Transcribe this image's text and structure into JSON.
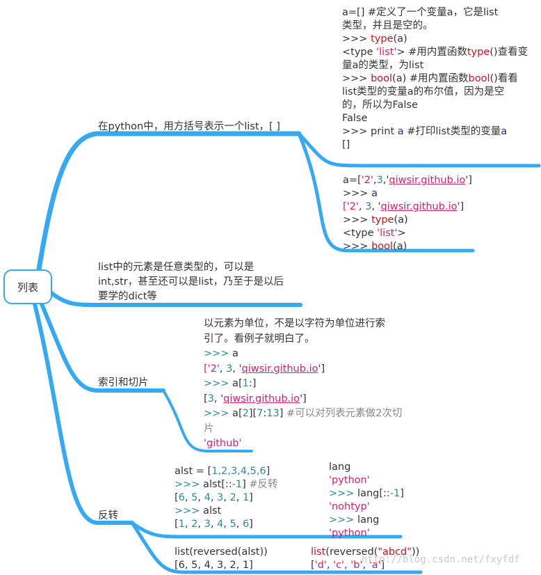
{
  "root": {
    "label": "列表"
  },
  "branches": {
    "b1": {
      "label": "在python中，用方括号表示一个list，[ ]"
    },
    "b2": {
      "line1": "list中的元素是任意类型的，可以是",
      "line2": "int,str，甚至还可以是list，乃至于是以后",
      "line3": "要学的dict等"
    },
    "b3": {
      "label": "索引和切片"
    },
    "b4": {
      "label": "反转"
    }
  },
  "notes": {
    "n1": {
      "l1": "a=[]        #定义了一个变量a，它是list",
      "l2": "类型，并且是空的。",
      "l3a": ">>> ",
      "l3b": "type",
      "l3c": "(a)",
      "l4a": "<type ",
      "l4b": "'list'",
      "l4c": ">   #用内置函数",
      "l4d": "type",
      "l4e": "()查看变",
      "l5": "量a的类型，为list",
      "l6a": ">>> ",
      "l6b": "bool",
      "l6c": "(a)     #用内置函数",
      "l6d": "bool",
      "l6e": "()看看",
      "l7": "list类型的变量a的布尔值，因为是空",
      "l8": "的，所以为False",
      "l9": "False",
      "l10a": ">>> print ",
      "l10b": "a",
      "l10c": "     #打印list类型的变量",
      "l10d": "a",
      "l11": "[]"
    },
    "n2": {
      "l1a": "a=[",
      "l1b": "'2'",
      "l1c": ",",
      "l1d": "3",
      "l1e": ",'",
      "l1f": "qiwsir.github.io",
      "l1g": "']",
      "l2a": ">>> ",
      "l2b": "a",
      "l3a": "['2'",
      "l3b": ", ",
      "l3c": "3",
      "l3d": ", '",
      "l3e": "qiwsir.github.io",
      "l3f": "']",
      "l4a": ">>> ",
      "l4b": "type",
      "l4c": "(a)",
      "l5a": "<type ",
      "l5b": "'list'",
      "l5c": ">",
      "l6a": ">>> ",
      "l6b": "bool",
      "l6c": "(a)"
    },
    "n3": {
      "l1": "以元素为单位，不是以字符为单位进行索",
      "l2": "引了。看例子就明白了。",
      "l3a": ">>>",
      "l3b": " a",
      "l4a": "['2'",
      "l4b": ", ",
      "l4c": "3",
      "l4d": ", '",
      "l4e": "qiwsir.github.io",
      "l4f": "']",
      "l5a": ">>>",
      "l5b": " a[",
      "l5c": "1",
      "l5d": ":]",
      "l6a": "[",
      "l6b": "3",
      "l6c": ", '",
      "l6d": "qiwsir.github.io",
      "l6e": "']",
      "l7a": ">>>",
      "l7b": " a[",
      "l7c": "2",
      "l7d": "][",
      "l7e": "7",
      "l7f": ":",
      "l7g": "13",
      "l7h": "] ",
      "l7i": "#可以对列表元素做2次切",
      "l8": "片",
      "l9": "'github'"
    },
    "n4": {
      "l1a": "alst = [",
      "l1b": "1,2,3,4,5,6",
      "l1c": "]",
      "l2a": ">>>",
      "l2b": " alst[::",
      "l2c": "-1",
      "l2d": "]    ",
      "l2e": "#反转",
      "l3a": "[",
      "l3b": "6",
      "l3c": ", ",
      "l3d": "5",
      "l3e": ", ",
      "l3f": "4",
      "l3g": ", ",
      "l3h": "3",
      "l3i": ", ",
      "l3j": "2",
      "l3k": ", ",
      "l3l": "1",
      "l3m": "]",
      "l4a": ">>>",
      "l4b": " alst",
      "l5a": "[",
      "l5b": "1",
      "l5c": ", ",
      "l5d": "2",
      "l5e": ", ",
      "l5f": "3",
      "l5g": ", ",
      "l5h": "4",
      "l5i": ", ",
      "l5j": "5",
      "l5k": ", ",
      "l5l": "6",
      "l5m": "]"
    },
    "n5": {
      "l1": "lang",
      "l2": "'python'",
      "l3a": ">>>",
      "l3b": " lang[::",
      "l3c": "-1",
      "l3d": "]",
      "l4": "'nohtyp'",
      "l5a": ">>>",
      "l5b": " lang",
      "l6": "'python'"
    },
    "n6": {
      "l1": "list(reversed(alst))",
      "l2": "[6, 5, 4, 3, 2, 1]"
    },
    "n7": {
      "l1a": "list",
      "l1b": "(reversed(",
      "l1c": "\"abcd\"",
      "l1d": "))",
      "l2a": "[",
      "l2b": "'d'",
      "l2c": ", ",
      "l2d": "'c'",
      "l2e": ", ",
      "l2f": "'b'",
      "l2g": ", ",
      "l2h": "'a'",
      "l2i": "]"
    }
  },
  "watermark": "http://blog.csdn.net/fxyfdf",
  "colors": {
    "branch": "#36a9f4",
    "keyword": "#c4161c",
    "number": "#2e8b8b",
    "string": "#d6206a",
    "comment": "#8a8a8a"
  }
}
